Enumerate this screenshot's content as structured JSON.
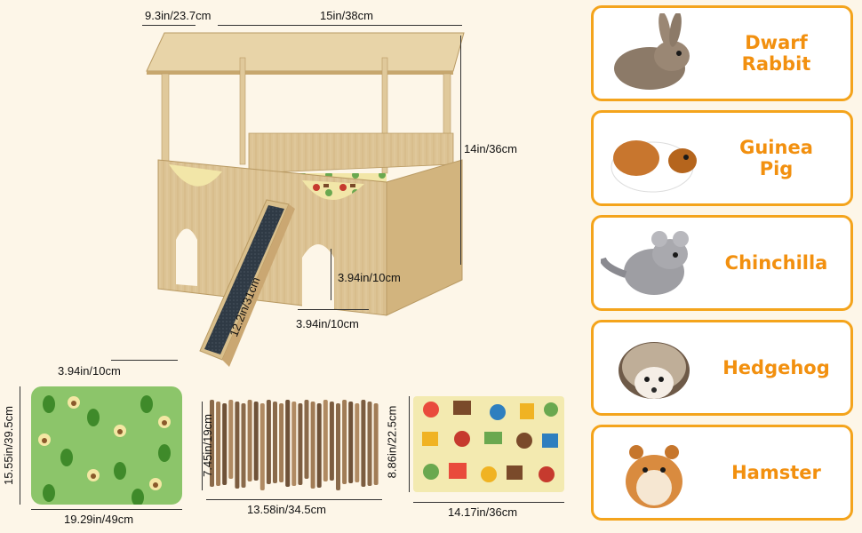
{
  "product": {
    "dims": {
      "depth": "9.3in/23.7cm",
      "width": "15in/38cm",
      "height": "14in/36cm",
      "door_height": "3.94in/10cm",
      "door_width": "3.94in/10cm",
      "ramp_length": "12.2in/31cm",
      "ramp_width": "3.94in/10cm"
    }
  },
  "accessories": {
    "mat_green": {
      "h": "15.55in/39.5cm",
      "w": "19.29in/49cm"
    },
    "sticks": {
      "h": "7.45in/19cm",
      "w": "13.58in/34.5cm"
    },
    "mat_pattern": {
      "h": "8.86in/22.5cm",
      "w": "14.17in/36cm"
    }
  },
  "animals": [
    {
      "label": "Dwarf\nRabbit",
      "icon": "rabbit-icon"
    },
    {
      "label": "Guinea\nPig",
      "icon": "guinea-pig-icon"
    },
    {
      "label": "Chinchilla",
      "icon": "chinchilla-icon"
    },
    {
      "label": "Hedgehog",
      "icon": "hedgehog-icon"
    },
    {
      "label": "Hamster",
      "icon": "hamster-icon"
    }
  ],
  "colors": {
    "accent": "#f2900f",
    "card_border": "#f4a41c",
    "wood": "#d9bf8c",
    "background": "#fdf6e8"
  }
}
